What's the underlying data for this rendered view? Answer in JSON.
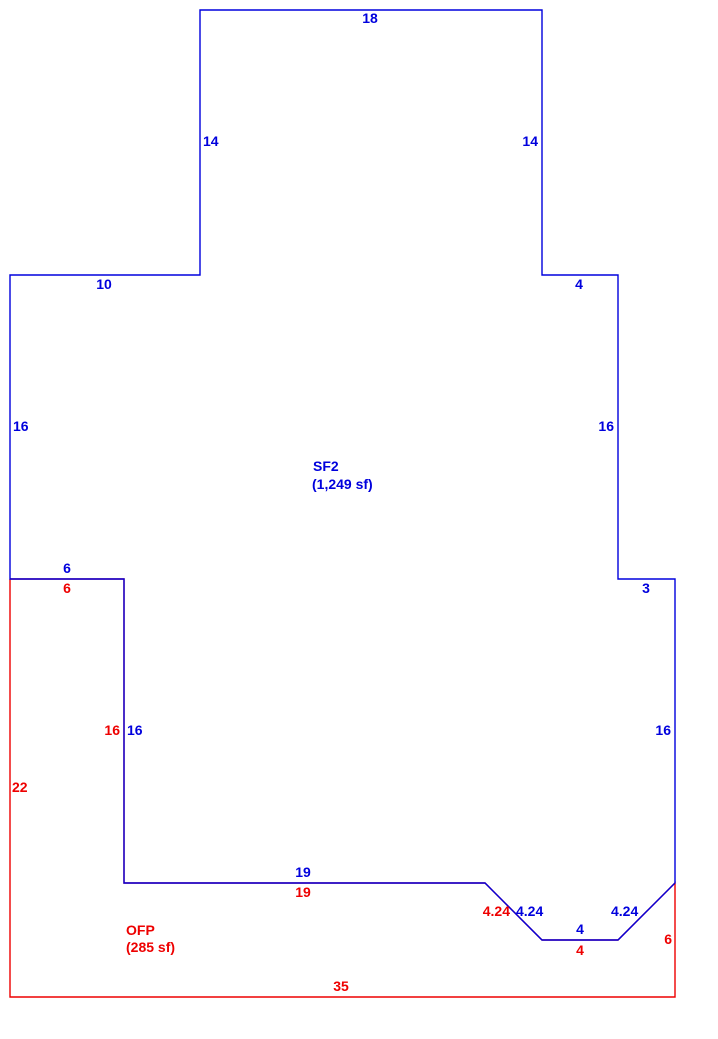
{
  "colors": {
    "sf2": "#0000dd",
    "ofp": "#ee0000",
    "background": "#ffffff"
  },
  "areas": {
    "sf2": {
      "name": "SF2",
      "size": "(1,249 sf)"
    },
    "ofp": {
      "name": "OFP",
      "size": "(285 sf)"
    }
  },
  "sf2_dimensions": {
    "top": "18",
    "upper_left_side": "14",
    "upper_right_side": "14",
    "left_shoulder": "10",
    "right_shoulder": "4",
    "left_side": "16",
    "right_side": "16",
    "left_notch": "6",
    "right_step": "3",
    "inner_left_side": "16",
    "lower_right_side": "16",
    "bottom": "19",
    "left_diagonal": "4.24",
    "bay_bottom": "4",
    "right_diagonal": "4.24"
  },
  "ofp_dimensions": {
    "top": "6",
    "inner_side": "16",
    "left_side": "22",
    "top_edge": "19",
    "diagonal": "4.24",
    "bay_bottom": "4",
    "right_side": "6",
    "bottom": "35"
  }
}
